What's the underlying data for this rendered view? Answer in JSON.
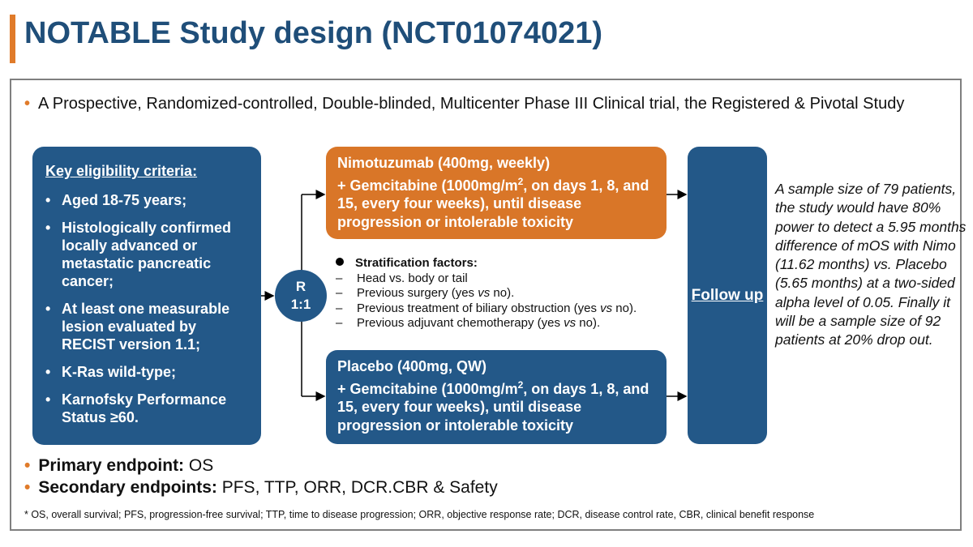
{
  "title": "NOTABLE Study design (NCT01074021)",
  "intro": "A Prospective, Randomized-controlled, Double-blinded, Multicenter Phase III Clinical trial, the Registered & Pivotal Study",
  "eligibility": {
    "title": "Key eligibility criteria:",
    "items": [
      "Aged 18-75 years;",
      "Histologically confirmed locally advanced or metastatic pancreatic cancer;",
      "At least one measurable lesion evaluated by RECIST version 1.1;",
      "K-Ras wild-type;",
      "Karnofsky Performance Status ≥60."
    ]
  },
  "randomization": {
    "line1": "R",
    "line2": "1:1"
  },
  "arm1": {
    "line1": "Nimotuzumab (400mg, weekly)",
    "line2a": "+ Gemcitabine (1000mg/m",
    "sup": "2",
    "line2b": ", on days 1, 8, and 15, every four weeks), until disease progression or intolerable toxicity"
  },
  "arm2": {
    "line1": "Placebo (400mg, QW)",
    "line2a": "+ Gemcitabine (1000mg/m",
    "sup": "2",
    "line2b": ", on days 1, 8, and 15, every four weeks), until disease progression or intolerable toxicity"
  },
  "followup": "Follow up",
  "stratification": {
    "title": "Stratification factors:",
    "item1": "Head vs. body or tail",
    "item2_a": "Previous surgery (yes ",
    "item2_vs": "vs",
    "item2_b": " no).",
    "item3_a": "Previous treatment of biliary obstruction (yes ",
    "item3_vs": "vs",
    "item3_b": " no).",
    "item4_a": "Previous adjuvant chemotherapy (yes ",
    "item4_vs": "vs",
    "item4_b": " no)."
  },
  "sample_size": "A sample size of 79 patients, the study would have 80% power to detect a 5.95 months difference of mOS with Nimo (11.62 months) vs. Placebo (5.65 months) at a two-sided alpha level of 0.05. Finally it will be a sample size of 92 patients at 20% drop out.",
  "primary": {
    "label": "Primary endpoint:",
    "value": " OS"
  },
  "secondary": {
    "label": "Secondary endpoints:",
    "value": " PFS, TTP, ORR, DCR.CBR & Safety"
  },
  "footnote": "* OS, overall survival; PFS, progression-free survival; TTP, time to disease progression; ORR, objective response rate; DCR, disease control rate, CBR, clinical benefit response",
  "colors": {
    "navy": "#235888",
    "orange": "#d97628",
    "title": "#1f4e79",
    "accent": "#e07b2a"
  }
}
